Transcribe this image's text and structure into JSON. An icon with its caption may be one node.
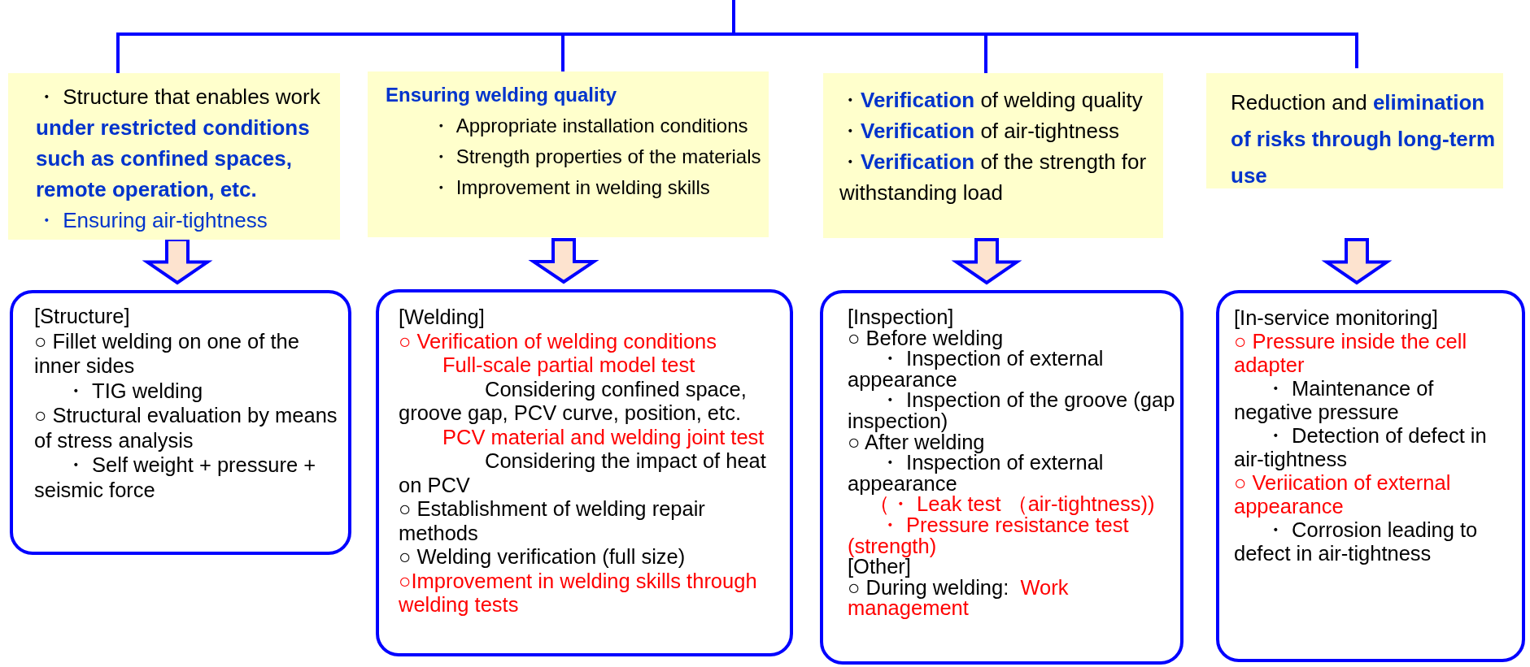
{
  "diagram": {
    "nodes": [
      {
        "text": [
          "・ Structure that enables work **under restricted conditions such as confined spaces, remote operation, etc.**",
          "・ Ensuring air-tightness"
        ]
      },
      {
        "text": [
          "Ensuring welding quality",
          "・ Appropriate installation conditions",
          "・ Strength properties of the materials",
          "・ Improvement in welding skills"
        ]
      },
      {
        "text": [
          "・**Verification** of welding quality",
          "・**Verification** of air-tightness",
          "・**Verification** of the strength for withstanding load"
        ]
      },
      {
        "text": [
          "Reduction and **elimination of risks through long-term use**"
        ]
      },
      {
        "text": [
          "[Structure]",
          "○ Fillet welding on one of the inner sides",
          "・ TIG welding",
          "○ Structural evaluation by means of stress analysis",
          "・ Self weight + pressure + seismic force"
        ]
      },
      {
        "text": [
          "[Welding]",
          "○ Verification of welding conditions",
          "Full-scale partial model test",
          "Considering confined space, groove gap, PCV curve, position, etc.",
          "PCV material and welding joint test",
          "Considering the impact of heat on PCV",
          "○ Establishment of welding repair methods",
          "○ Welding verification (full size)",
          "○Improvement in welding skills through welding tests"
        ]
      },
      {
        "text": [
          "[Inspection]",
          "○ Before welding",
          "・ Inspection of external appearance",
          "・ Inspection of the groove (gap inspection)",
          "○ After welding",
          "・ Inspection of external appearance",
          "（・ Leak test （air-tightness))",
          "・ Pressure resistance test (strength)",
          "[Other]",
          "○ During welding:",
          "Work management"
        ]
      },
      {
        "text": [
          "[In-service monitoring]",
          "○ Pressure inside the cell adapter",
          "・ Maintenance of negative pressure",
          "・ Detection of defect in air-tightness",
          "○ Veriication of external appearance",
          "・ Corrosion leading to defect in air-tightness"
        ]
      }
    ],
    "edges": [
      {
        "from": null,
        "to": 0,
        "arrow": "none"
      },
      {
        "from": null,
        "to": 1,
        "arrow": "none"
      },
      {
        "from": null,
        "to": 2,
        "arrow": "none"
      },
      {
        "from": null,
        "to": 3,
        "arrow": "none"
      },
      {
        "from": 0,
        "to": 4,
        "arrow": "to"
      },
      {
        "from": 1,
        "to": 5,
        "arrow": "to"
      },
      {
        "from": 2,
        "to": 6,
        "arrow": "to"
      },
      {
        "from": 3,
        "to": 7,
        "arrow": "to"
      }
    ]
  }
}
